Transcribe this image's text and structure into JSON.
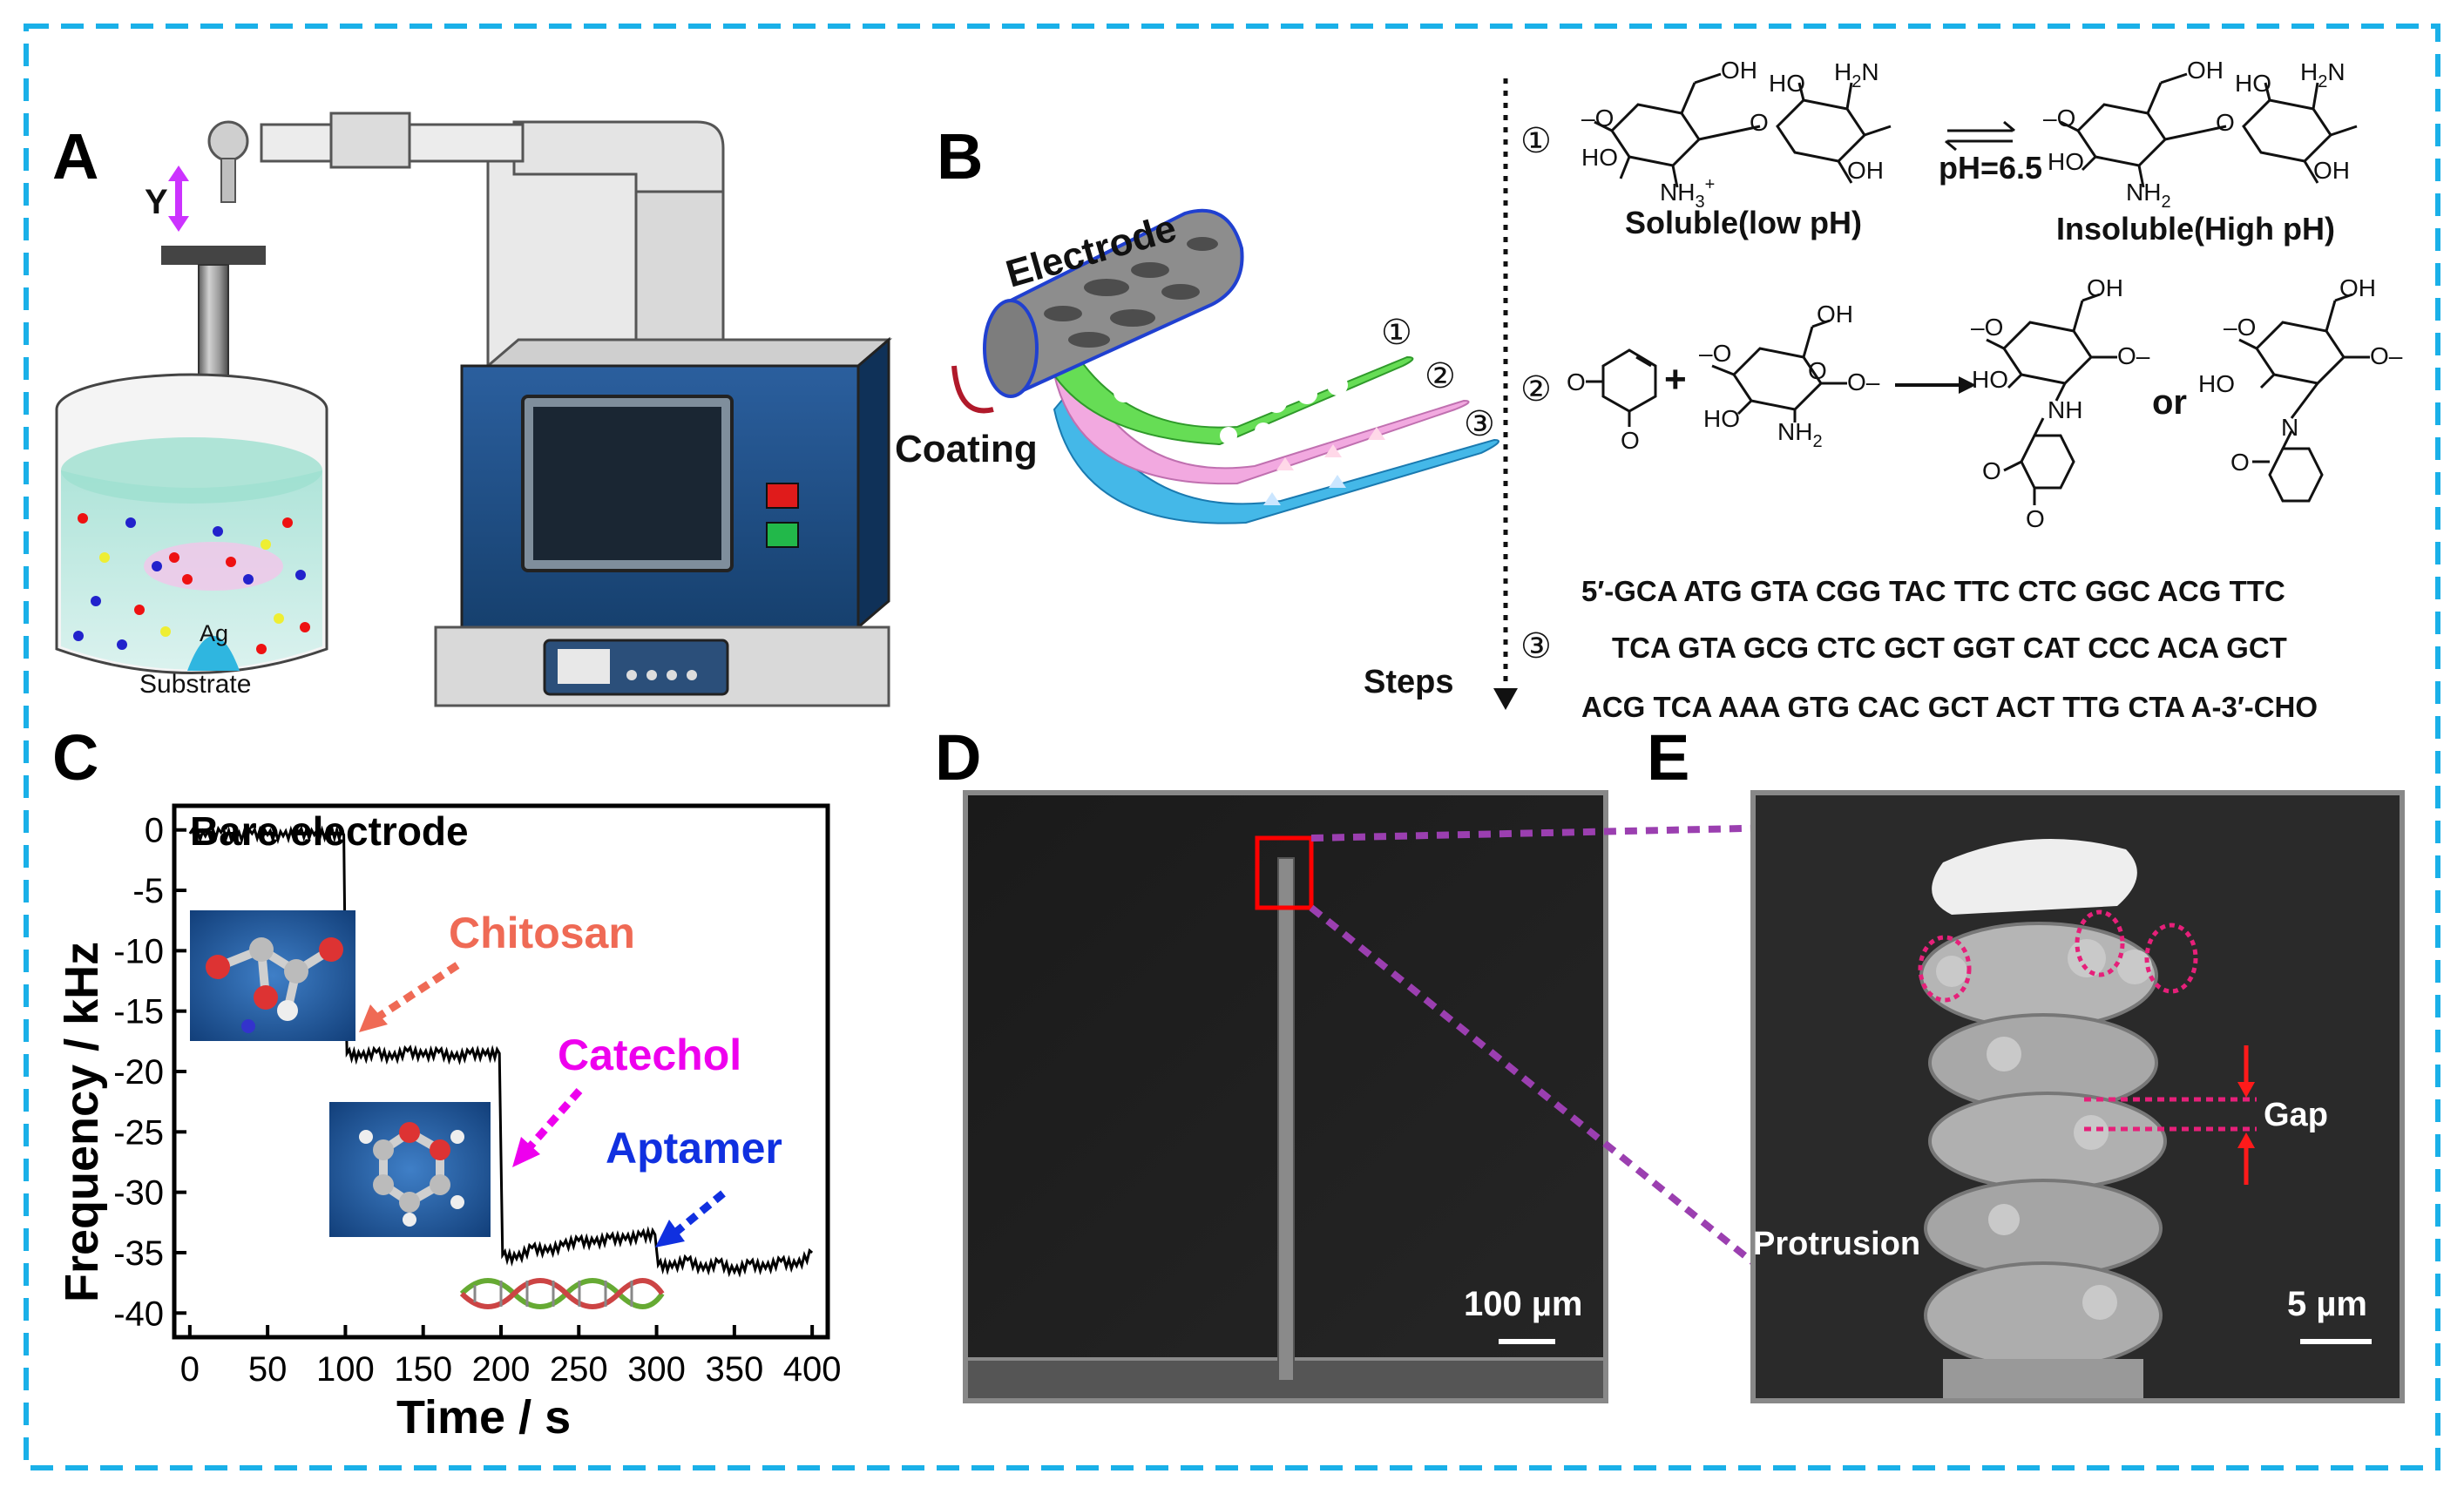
{
  "panels": {
    "a": {
      "letter": "A",
      "axis_label": "Y",
      "tip_label": "Ag",
      "substrate_label": "Substrate"
    },
    "b": {
      "letter": "B",
      "electrode_label": "Electrode",
      "coating_label": "Coating",
      "layer_numbers": [
        "①",
        "②",
        "③"
      ],
      "steps_label": "Steps"
    },
    "c": {
      "letter": "C"
    },
    "d": {
      "letter": "D",
      "scale_label": "100 µm"
    },
    "e": {
      "letter": "E",
      "gap_label": "Gap",
      "protrusion_label": "Protrusion",
      "scale_label": "5 µm"
    }
  },
  "steps": {
    "step1": {
      "num": "①",
      "left_label": "Soluble(low pH)",
      "right_label": "Insoluble(High pH)",
      "condition": "pH=6.5",
      "groups": {
        "oh": "OH",
        "ho": "HO",
        "nh3": "NH",
        "nh3_sub": "3",
        "nh3_sup": "+",
        "nh2": "NH",
        "nh2_sub": "2",
        "h2n": "H",
        "h2n_sub": "2",
        "h2n_n": "N"
      }
    },
    "step2": {
      "num": "②",
      "plus": "+",
      "or": "or",
      "groups": {
        "o": "O",
        "oh": "OH",
        "ho": "HO",
        "nh": "NH",
        "nh2": "NH",
        "nh2_sub": "2",
        "n": "N"
      }
    },
    "step3": {
      "num": "③",
      "sequence_lines": [
        "5′-GCA ATG GTA CGG TAC TTC CTC GGC ACG TTC",
        "TCA GTA GCG CTC GCT GGT CAT CCC ACA GCT",
        "ACG TCA AAA GTG CAC GCT ACT TTG CTA A-3′-CHO"
      ]
    }
  },
  "chart_data": {
    "type": "line",
    "title": "Bare electrode",
    "xlabel": "Time / s",
    "ylabel": "Frequency / kHz",
    "xlim": [
      -10,
      410
    ],
    "ylim": [
      -42,
      2
    ],
    "xticks": [
      0,
      50,
      100,
      150,
      200,
      250,
      300,
      350,
      400
    ],
    "yticks": [
      0,
      -5,
      -10,
      -15,
      -20,
      -25,
      -30,
      -35,
      -40
    ],
    "series": [
      {
        "values": [
          [
            0,
            -0.3
          ],
          [
            10,
            -0.5
          ],
          [
            20,
            -0.2
          ],
          [
            30,
            -0.6
          ],
          [
            40,
            -0.3
          ],
          [
            50,
            -0.4
          ],
          [
            60,
            -0.5
          ],
          [
            70,
            -0.2
          ],
          [
            80,
            -0.4
          ],
          [
            90,
            -0.3
          ],
          [
            99,
            -0.4
          ],
          [
            100,
            -12
          ],
          [
            101,
            -18.5
          ],
          [
            110,
            -18.8
          ],
          [
            120,
            -18.4
          ],
          [
            130,
            -18.9
          ],
          [
            140,
            -18.3
          ],
          [
            150,
            -18.7
          ],
          [
            160,
            -18.4
          ],
          [
            170,
            -18.9
          ],
          [
            180,
            -18.5
          ],
          [
            190,
            -18.6
          ],
          [
            199,
            -18.5
          ],
          [
            200,
            -27
          ],
          [
            201,
            -35.2
          ],
          [
            210,
            -35.5
          ],
          [
            220,
            -34.6
          ],
          [
            230,
            -34.9
          ],
          [
            240,
            -34.4
          ],
          [
            250,
            -34.0
          ],
          [
            260,
            -34.2
          ],
          [
            270,
            -33.8
          ],
          [
            280,
            -33.9
          ],
          [
            290,
            -33.6
          ],
          [
            299,
            -33.5
          ],
          [
            300,
            -34.8
          ],
          [
            301,
            -36.0
          ],
          [
            310,
            -36.2
          ],
          [
            320,
            -35.6
          ],
          [
            330,
            -36.4
          ],
          [
            340,
            -35.8
          ],
          [
            350,
            -36.6
          ],
          [
            360,
            -35.9
          ],
          [
            370,
            -36.3
          ],
          [
            380,
            -35.7
          ],
          [
            390,
            -36.1
          ],
          [
            400,
            -35.0
          ]
        ]
      }
    ],
    "annotations": [
      {
        "text": "Chitosan",
        "color": "#ef6a55",
        "at": [
          100,
          -15
        ]
      },
      {
        "text": "Catechol",
        "color": "#ee00ee",
        "at": [
          200,
          -31
        ]
      },
      {
        "text": "Aptamer",
        "color": "#1030e0",
        "at": [
          300,
          -35
        ]
      }
    ],
    "grid": false,
    "legend": "none"
  },
  "colors": {
    "frame": "#1ab0e8",
    "chitosan": "#ef6a55",
    "catechol": "#ee00ee",
    "aptamer": "#1030e0",
    "zoom_lines": "#9b3fb0",
    "highlight_box": "#ff0000",
    "pink_markers": "#e6207a",
    "electrode_blue": "#2040d0",
    "layer_green": "#66dd55",
    "layer_pink": "#f2a9e0",
    "layer_blue": "#44b8e8"
  },
  "icons": [
    "molecule-chitosan-icon",
    "molecule-catechol-icon",
    "dna-helix-icon",
    "dispensing-tip-icon",
    "controller-console-icon"
  ]
}
